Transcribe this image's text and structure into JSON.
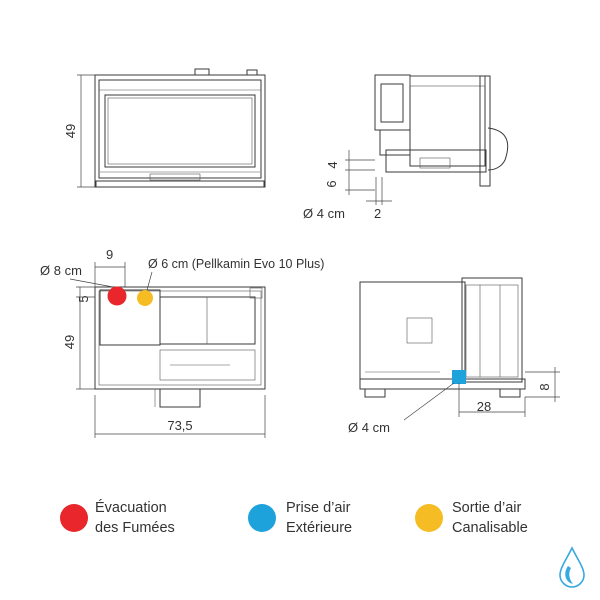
{
  "front_view": {
    "height_dim": "49"
  },
  "side_view": {
    "dim_upper": "4",
    "dim_lower": "6",
    "diameter_label": "Ø 4 cm",
    "offset_dim": "2"
  },
  "rear_view": {
    "flue_diameter": "Ø 8 cm",
    "offset_top": "9",
    "offset_left": "5",
    "air_outlet_label": "Ø 6 cm  (Pellkamin Evo 10 Plus)",
    "height_dim": "49",
    "width_dim": "73,5"
  },
  "side_view_2": {
    "height_dim": "8",
    "depth_dim": "28",
    "diameter_label": "Ø 4 cm"
  },
  "legend": {
    "items": [
      {
        "line1": "Évacuation",
        "line2": "des Fumées",
        "color": "#e8262c"
      },
      {
        "line1": "Prise d’air",
        "line2": "Extérieure",
        "color": "#1ea2dc"
      },
      {
        "line1": "Sortie d’air",
        "line2": "Canalisable",
        "color": "#f5bd23"
      }
    ]
  },
  "colors": {
    "flue": "#e8262c",
    "air_intake": "#1ea2dc",
    "air_outlet": "#f5bd23",
    "logo": "#36a9e0"
  },
  "logo": {
    "icon": "water-drop-logo-icon"
  }
}
